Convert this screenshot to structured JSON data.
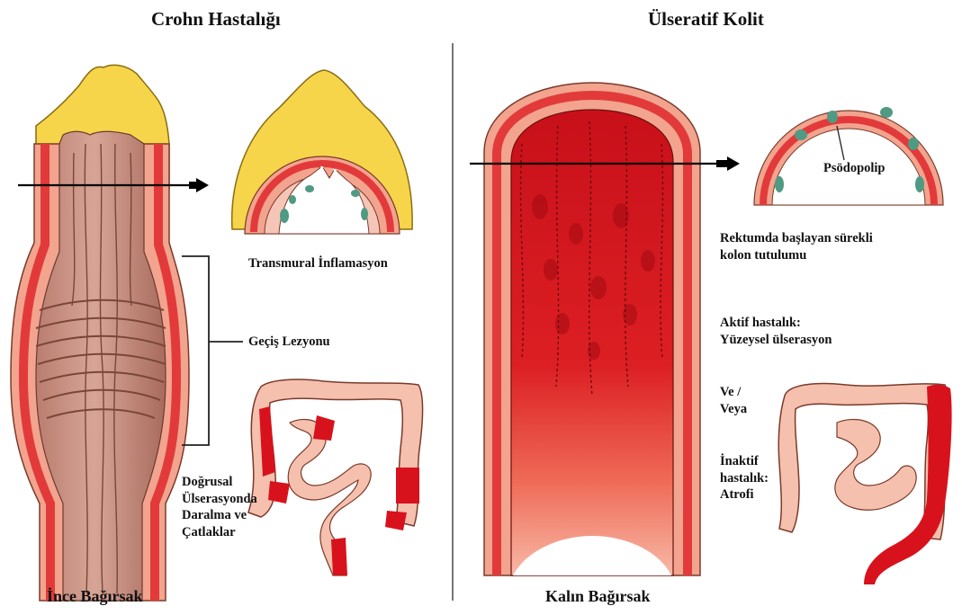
{
  "crohn": {
    "title": "Crohn Hastalığı",
    "transmural": "Transmural İnflamasyon",
    "skip_lesion": "Geçiş Lezyonu",
    "linear_ulcers": "Doğrusal\nÜlserasyonda\nDaralma ve\nÇatlaklar",
    "caption": "İnce Bağırsak"
  },
  "uc": {
    "title": "Ülseratif Kolit",
    "pseudopolyp": "Psödopolip",
    "continuous": "Rektumda başlayan sürekli\nkolon tutulumu",
    "active": "Aktif hastalık:\nYüzeysel ülserasyon",
    "and_or": "Ve /\nVeya",
    "inactive": "İnaktif\nhastalık:\nAtrofi",
    "caption": "Kalın Bağırsak"
  },
  "colors": {
    "fat": "#f6d54a",
    "wall_red": "#e23a3a",
    "wall_pink": "#f2a48e",
    "mucosa": "#c98f7e",
    "inflamed": "#d8121c",
    "granuloma": "#4f9a82"
  }
}
